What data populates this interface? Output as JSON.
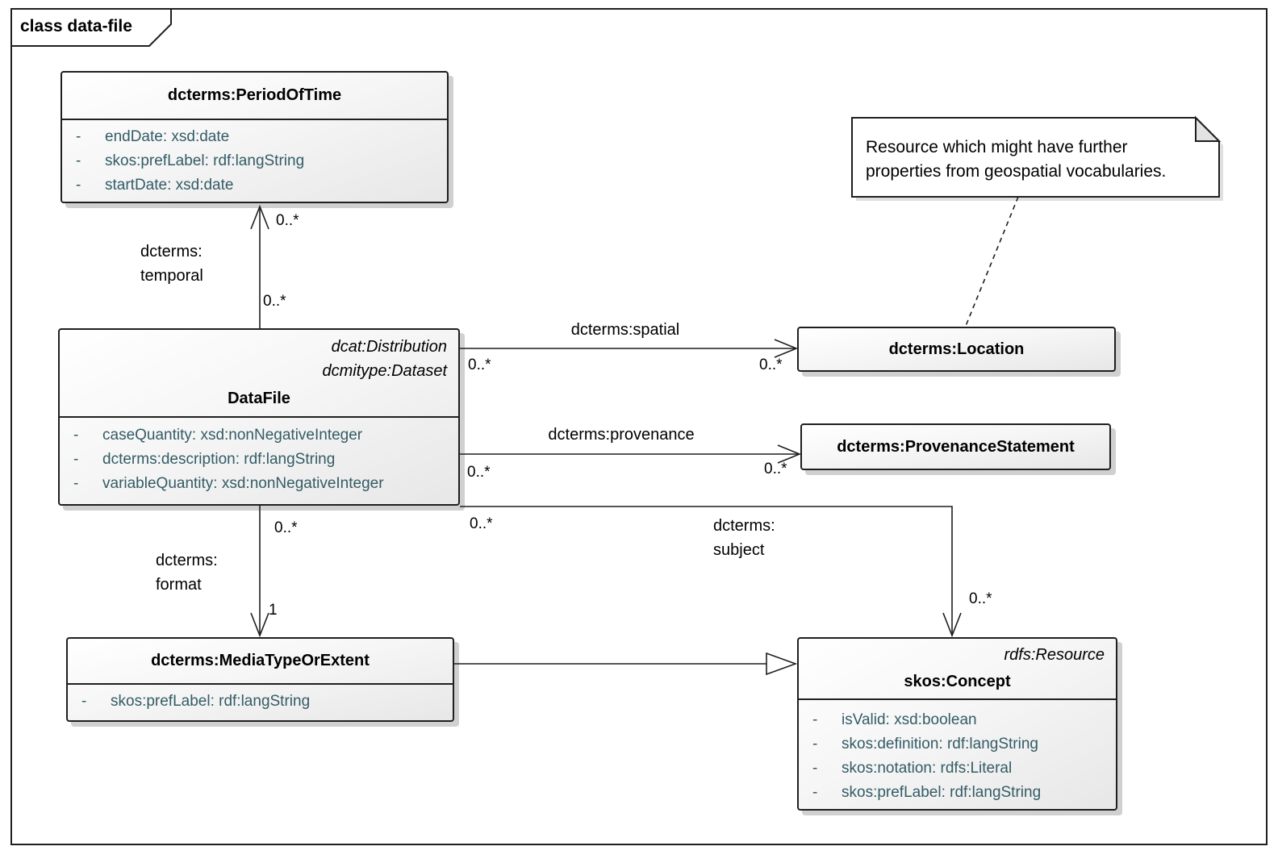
{
  "frame": {
    "title": "class data-file"
  },
  "colors": {
    "attribute_text": "#335c66",
    "line_color": "#1f1f1f"
  },
  "note": {
    "line1": "Resource which might have further",
    "line2": "properties from geospatial vocabularies."
  },
  "classes": {
    "period_of_time": {
      "name": "dcterms:PeriodOfTime",
      "attributes": [
        {
          "vis": "-",
          "text": "endDate: xsd:date"
        },
        {
          "vis": "-",
          "text": "skos:prefLabel: rdf:langString"
        },
        {
          "vis": "-",
          "text": "startDate: xsd:date"
        }
      ]
    },
    "data_file": {
      "stereotypes": [
        "dcat:Distribution",
        "dcmitype:Dataset"
      ],
      "name": "DataFile",
      "attributes": [
        {
          "vis": "-",
          "text": "caseQuantity: xsd:nonNegativeInteger"
        },
        {
          "vis": "-",
          "text": "dcterms:description: rdf:langString"
        },
        {
          "vis": "-",
          "text": "variableQuantity: xsd:nonNegativeInteger"
        }
      ]
    },
    "location": {
      "name": "dcterms:Location"
    },
    "provenance_statement": {
      "name": "dcterms:ProvenanceStatement"
    },
    "media_type": {
      "name": "dcterms:MediaTypeOrExtent",
      "attributes": [
        {
          "vis": "-",
          "text": "skos:prefLabel: rdf:langString"
        }
      ]
    },
    "concept": {
      "stereotypes": [
        "rdfs:Resource"
      ],
      "name": "skos:Concept",
      "attributes": [
        {
          "vis": "-",
          "text": "isValid: xsd:boolean"
        },
        {
          "vis": "-",
          "text": "skos:definition: rdf:langString"
        },
        {
          "vis": "-",
          "text": "skos:notation: rdfs:Literal"
        },
        {
          "vis": "-",
          "text": "skos:prefLabel: rdf:langString"
        }
      ]
    }
  },
  "relations": {
    "temporal": {
      "label_line1": "dcterms:",
      "label_line2": "temporal",
      "mult_source": "0..*",
      "mult_target": "0..*"
    },
    "spatial": {
      "label": "dcterms:spatial",
      "mult_source": "0..*",
      "mult_target": "0..*"
    },
    "provenance": {
      "label": "dcterms:provenance",
      "mult_source": "0..*",
      "mult_target": "0..*"
    },
    "subject": {
      "label_line1": "dcterms:",
      "label_line2": "subject",
      "mult_source": "0..*",
      "mult_target": "0..*"
    },
    "format": {
      "label_line1": "dcterms:",
      "label_line2": "format",
      "mult_source": "0..*",
      "mult_target": "1"
    }
  }
}
